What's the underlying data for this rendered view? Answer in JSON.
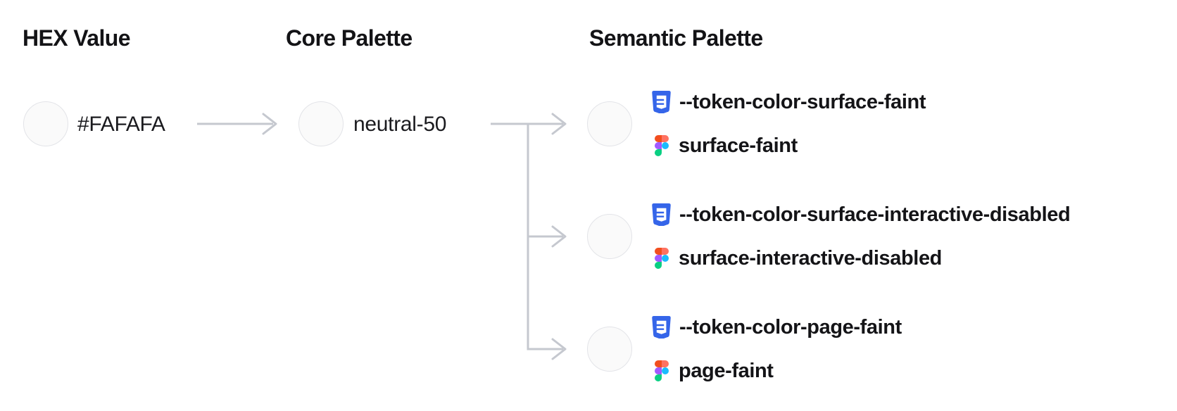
{
  "columns": {
    "hex": {
      "header": "HEX Value",
      "value": "#FAFAFA"
    },
    "core": {
      "header": "Core Palette",
      "value": "neutral-50"
    },
    "semantic": {
      "header": "Semantic Palette",
      "items": [
        {
          "css_token": "--token-color-surface-faint",
          "figma_token": "surface-faint"
        },
        {
          "css_token": "--token-color-surface-interactive-disabled",
          "figma_token": "surface-interactive-disabled"
        },
        {
          "css_token": "--token-color-page-faint",
          "figma_token": "page-faint"
        }
      ]
    }
  },
  "swatch": {
    "color": "#FAFAFA",
    "border_color": "#E3E4E8"
  },
  "icons": {
    "css_variable": "css3-shield-icon",
    "figma_variable": "figma-logo-icon"
  },
  "colors": {
    "text": "#18181B",
    "connector": "#C5C8CF",
    "css_icon_blue": "#3565E9",
    "css_icon_glyph": "#FFFFFF",
    "figma_orange": "#F24E1E",
    "figma_salmon": "#FF7262",
    "figma_purple": "#A259FF",
    "figma_blue": "#1ABCFE",
    "figma_green": "#0ACF83"
  }
}
